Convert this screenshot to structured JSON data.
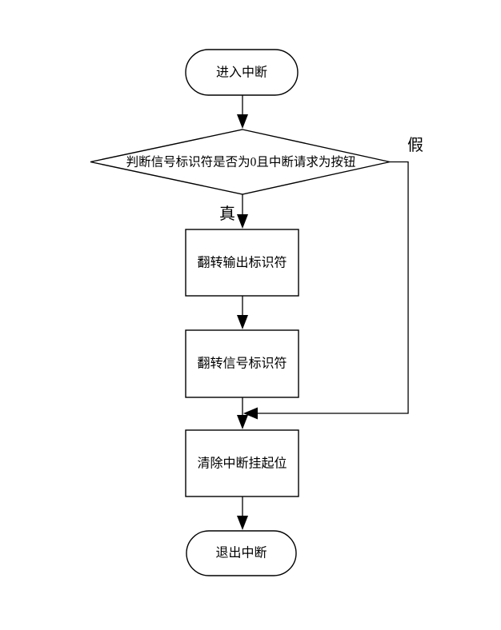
{
  "colors": {
    "background": "#ffffff",
    "line": "#000000",
    "text": "#000000"
  },
  "flowchart": {
    "nodes": {
      "start": {
        "type": "terminator",
        "label": "进入中断"
      },
      "decision": {
        "type": "decision",
        "label": "判断信号标识符是否为0且中断请求为按钮"
      },
      "process1": {
        "type": "process",
        "label": "翻转输出标识符"
      },
      "process2": {
        "type": "process",
        "label": "翻转信号标识符"
      },
      "process3": {
        "type": "process",
        "label": "清除中断挂起位"
      },
      "end": {
        "type": "terminator",
        "label": "退出中断"
      }
    },
    "branch_labels": {
      "true_label": "真",
      "false_label": "假"
    },
    "edges": [
      {
        "from": "start",
        "to": "decision",
        "label": ""
      },
      {
        "from": "decision",
        "to": "process1",
        "label": "真"
      },
      {
        "from": "decision",
        "to": "process3",
        "label": "假"
      },
      {
        "from": "process1",
        "to": "process2",
        "label": ""
      },
      {
        "from": "process2",
        "to": "process3",
        "label": ""
      },
      {
        "from": "process3",
        "to": "end",
        "label": ""
      }
    ]
  }
}
